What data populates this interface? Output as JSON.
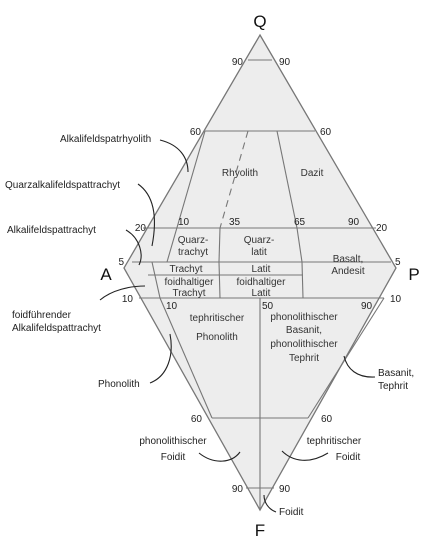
{
  "apices": {
    "q": "Q",
    "a": "A",
    "p": "P",
    "f": "F"
  },
  "ticks": {
    "q90_left": "90",
    "q90_right": "90",
    "q60_left": "60",
    "q60_right": "60",
    "q20_left": "20",
    "q20_right": "20",
    "q5_left": "5",
    "q5_right": "5",
    "f10_left": "10",
    "f10_right": "10",
    "f60_left": "60",
    "f60_right": "60",
    "f90_left": "90",
    "f90_right": "90",
    "top_10": "10",
    "top_35": "35",
    "top_65": "65",
    "top_90": "90",
    "bot_10": "10",
    "bot_50": "50",
    "bot_90": "90"
  },
  "fields": {
    "rhyolith": "Rhyolith",
    "dazit": "Dazit",
    "quarztrachyt_1": "Quarz-",
    "quarztrachyt_2": "trachyt",
    "quarzlatit_1": "Quarz-",
    "quarzlatit_2": "latit",
    "basalt_1": "Basalt,",
    "basalt_2": "Andesit",
    "trachyt": "Trachyt",
    "latit": "Latit",
    "foid_trachyt_1": "foidhaltiger",
    "foid_trachyt_2": "Trachyt",
    "foid_latit_1": "foidhaltiger",
    "foid_latit_2": "Latit",
    "teph_phonolith_1": "tephritischer",
    "teph_phonolith_2": "Phonolith",
    "phono_basanit_1": "phonolithischer",
    "phono_basanit_2": "Basanit,",
    "phono_basanit_3": "phonolithischer",
    "phono_basanit_4": "Tephrit"
  },
  "callouts": {
    "alkalifeldspatrhyolith": "Alkalifeldspatrhyolith",
    "quarzalkalifeldspattrachyt": "Quarzalkalifeldspattrachyt",
    "alkalifeldspattrachyt": "Alkalifeldspattrachyt",
    "foid_alkali_1": "foidführender",
    "foid_alkali_2": "Alkalifeldspattrachyt",
    "phonolith": "Phonolith",
    "basanit_1": "Basanit,",
    "basanit_2": "Tephrit",
    "phono_foidit_1": "phonolithischer",
    "phono_foidit_2": "Foidit",
    "teph_foidit_1": "tephritischer",
    "teph_foidit_2": "Foidit",
    "foidit": "Foidit"
  },
  "colors": {
    "fill": "#ededed",
    "line": "#777777",
    "text": "#222222"
  }
}
